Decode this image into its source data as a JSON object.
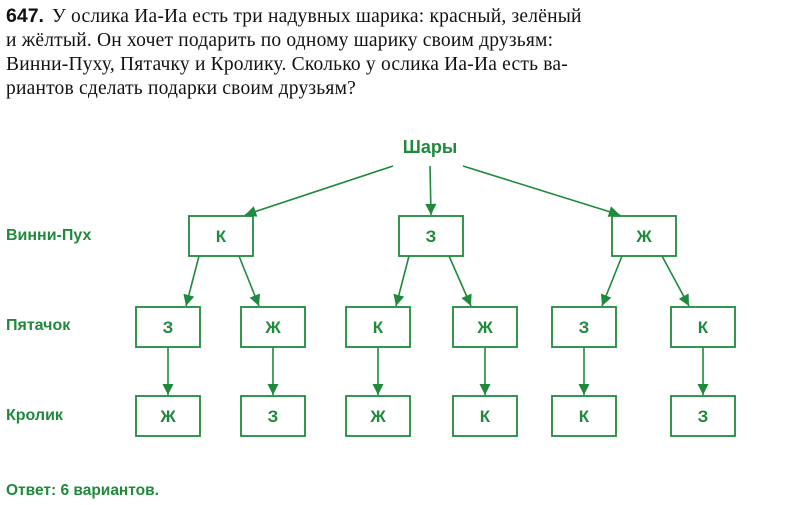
{
  "problem": {
    "number": "647.",
    "lines": [
      "У ослика Иа-Иа есть три надувных шарика: красный, зелёный",
      "и жёлтый. Он хочет подарить по одному шарику своим друзьям:",
      "Винни-Пуху, Пятачку и Кролику. Сколько у ослика Иа-Иа есть ва-",
      "риантов сделать подарки своим друзьям?"
    ]
  },
  "tree": {
    "root": "Шары",
    "levels": [
      "Винни-Пух",
      "Пятачок",
      "Кролик"
    ],
    "level1": [
      "К",
      "З",
      "Ж"
    ],
    "level2": [
      "З",
      "Ж",
      "К",
      "Ж",
      "З",
      "К"
    ],
    "level3": [
      "Ж",
      "З",
      "Ж",
      "К",
      "К",
      "З"
    ]
  },
  "answer": "Ответ: 6 вариантов.",
  "colors": {
    "diagram_green": "#1f8a3c",
    "text": "#111111"
  }
}
